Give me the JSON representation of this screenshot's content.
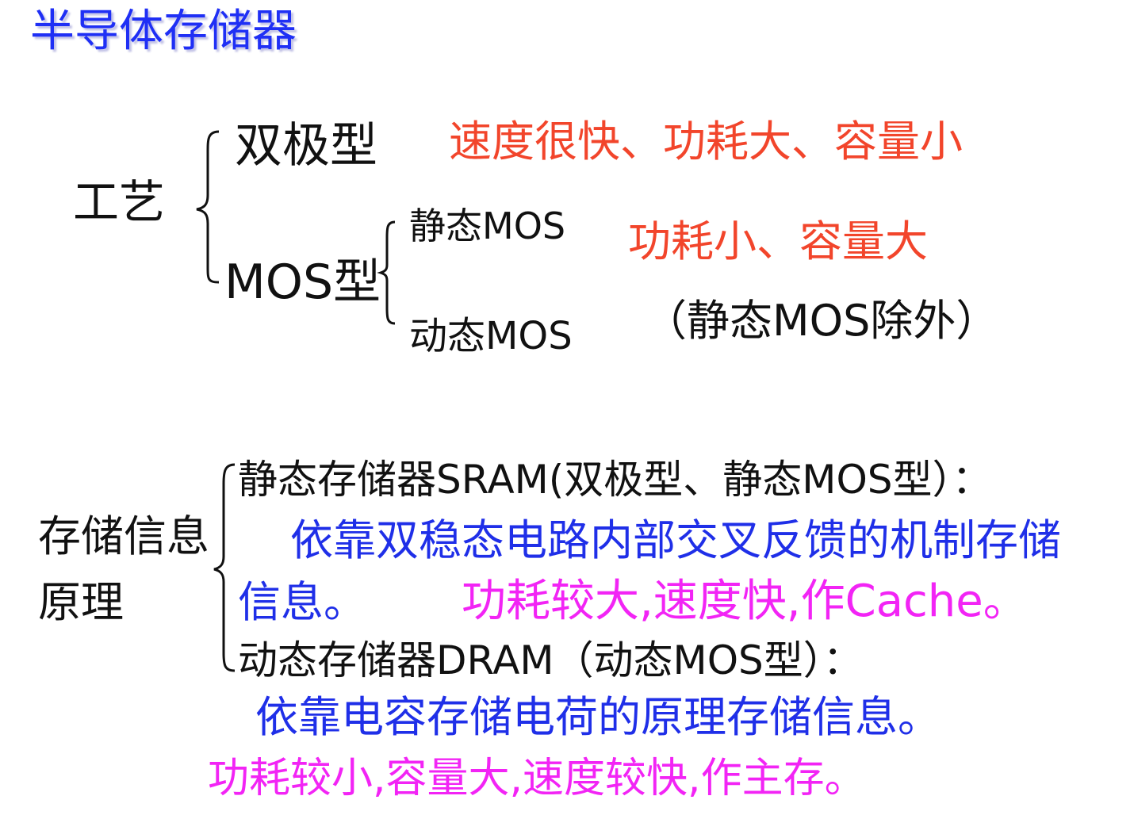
{
  "title": "半导体存储器",
  "process": {
    "label": "工艺",
    "bipolar": {
      "label": "双极型",
      "note": "速度很快、功耗大、容量小"
    },
    "mos": {
      "label": "MOS型",
      "static_label": "静态MOS",
      "static_note": "功耗小、容量大",
      "dynamic_label": "动态MOS",
      "dynamic_note": "（静态MOS除外）"
    }
  },
  "principle": {
    "label_line1": "存储信息",
    "label_line2": "原理",
    "sram": {
      "heading": "静态存储器SRAM(双极型、静态MOS型）：",
      "desc_line1": "依靠双稳态电路内部交叉反馈的机制存储",
      "desc_line2": "信息。",
      "traits": "功耗较大,速度快,作Cache。"
    },
    "dram": {
      "heading": "动态存储器DRAM（动态MOS型）：",
      "desc": "依靠电容存储电荷的原理存储信息。",
      "traits": "功耗较小,容量大,速度较快,作主存。"
    }
  },
  "colors": {
    "title": "#1f2ff5",
    "text": "#111111",
    "red_note": "#f2452b",
    "blue_desc": "#1f2fe8",
    "magenta_traits": "#f224f5"
  }
}
